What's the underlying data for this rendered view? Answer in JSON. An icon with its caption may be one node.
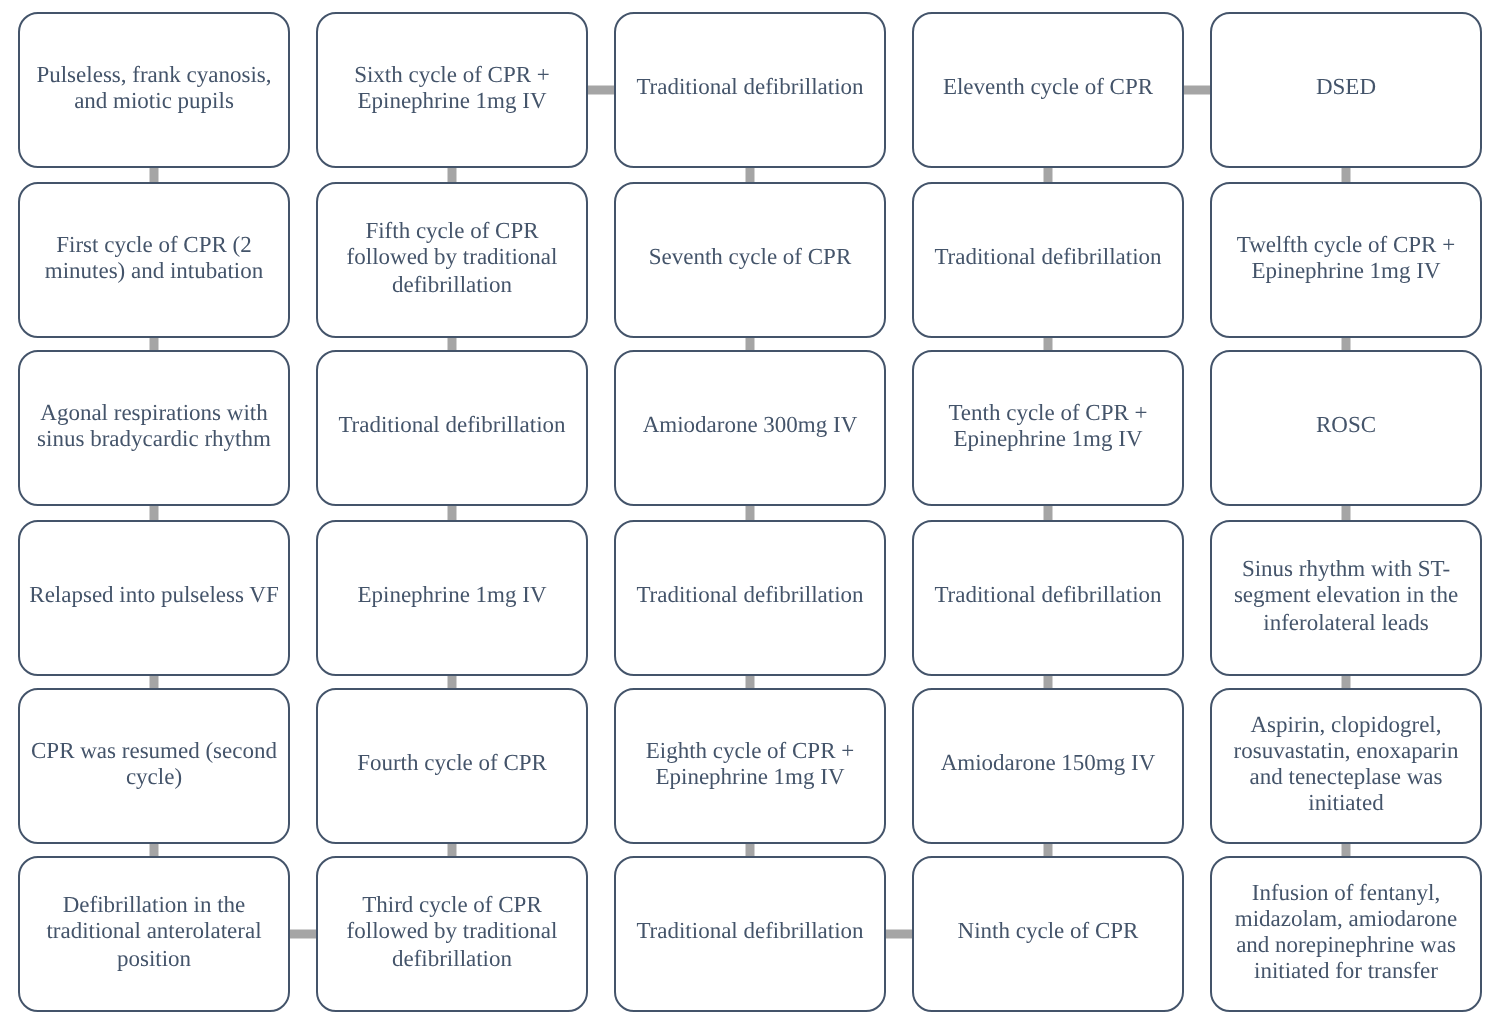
{
  "diagram": {
    "nodes": [
      {
        "text": [
          "Pulseless, frank cyanosis, and miotic pupils"
        ]
      },
      {
        "text": [
          "First cycle of CPR (2 minutes) and intubation"
        ]
      },
      {
        "text": [
          "Agonal respirations with sinus bradycardic rhythm"
        ]
      },
      {
        "text": [
          "Relapsed into pulseless VF"
        ]
      },
      {
        "text": [
          "CPR was resumed (second cycle)"
        ]
      },
      {
        "text": [
          "Defibrillation in the traditional anterolateral position"
        ]
      },
      {
        "text": [
          "Third cycle of CPR followed by traditional defibrillation"
        ]
      },
      {
        "text": [
          "Fourth cycle of CPR"
        ]
      },
      {
        "text": [
          "Epinephrine 1mg IV"
        ]
      },
      {
        "text": [
          "Traditional defibrillation"
        ]
      },
      {
        "text": [
          "Fifth cycle of CPR followed by traditional defibrillation"
        ]
      },
      {
        "text": [
          "Sixth cycle of CPR + Epinephrine 1mg IV"
        ]
      },
      {
        "text": [
          "Traditional defibrillation"
        ]
      },
      {
        "text": [
          "Seventh cycle of CPR"
        ]
      },
      {
        "text": [
          "Amiodarone 300mg IV"
        ]
      },
      {
        "text": [
          "Traditional defibrillation"
        ]
      },
      {
        "text": [
          "Eighth cycle of CPR + Epinephrine 1mg IV"
        ]
      },
      {
        "text": [
          "Traditional defibrillation"
        ]
      },
      {
        "text": [
          "Ninth cycle of CPR"
        ]
      },
      {
        "text": [
          "Amiodarone 150mg IV"
        ]
      },
      {
        "text": [
          "Traditional defibrillation"
        ]
      },
      {
        "text": [
          "Tenth cycle of CPR + Epinephrine 1mg IV"
        ]
      },
      {
        "text": [
          "Traditional defibrillation"
        ]
      },
      {
        "text": [
          "Eleventh cycle of CPR"
        ]
      },
      {
        "text": [
          "DSED"
        ]
      },
      {
        "text": [
          "Twelfth cycle of CPR + Epinephrine 1mg IV"
        ]
      },
      {
        "text": [
          "ROSC"
        ]
      },
      {
        "text": [
          "Sinus rhythm with ST-segment elevation in the inferolateral leads"
        ]
      },
      {
        "text": [
          "Aspirin, clopidogrel, rosuvastatin, enoxaparin and tenecteplase was initiated"
        ]
      },
      {
        "text": [
          "Infusion of fentanyl, midazolam, amiodarone and norepinephrine was initiated for transfer"
        ]
      }
    ],
    "edges": [
      {
        "from": 0,
        "to": 1,
        "arrow": "none"
      },
      {
        "from": 1,
        "to": 2,
        "arrow": "none"
      },
      {
        "from": 2,
        "to": 3,
        "arrow": "none"
      },
      {
        "from": 3,
        "to": 4,
        "arrow": "none"
      },
      {
        "from": 4,
        "to": 5,
        "arrow": "none"
      },
      {
        "from": 5,
        "to": 6,
        "arrow": "none"
      },
      {
        "from": 6,
        "to": 7,
        "arrow": "none"
      },
      {
        "from": 7,
        "to": 8,
        "arrow": "none"
      },
      {
        "from": 8,
        "to": 9,
        "arrow": "none"
      },
      {
        "from": 9,
        "to": 10,
        "arrow": "none"
      },
      {
        "from": 10,
        "to": 11,
        "arrow": "none"
      },
      {
        "from": 11,
        "to": 12,
        "arrow": "none"
      },
      {
        "from": 12,
        "to": 13,
        "arrow": "none"
      },
      {
        "from": 13,
        "to": 14,
        "arrow": "none"
      },
      {
        "from": 14,
        "to": 15,
        "arrow": "none"
      },
      {
        "from": 15,
        "to": 16,
        "arrow": "none"
      },
      {
        "from": 16,
        "to": 17,
        "arrow": "none"
      },
      {
        "from": 17,
        "to": 18,
        "arrow": "none"
      },
      {
        "from": 18,
        "to": 19,
        "arrow": "none"
      },
      {
        "from": 19,
        "to": 20,
        "arrow": "none"
      },
      {
        "from": 20,
        "to": 21,
        "arrow": "none"
      },
      {
        "from": 21,
        "to": 22,
        "arrow": "none"
      },
      {
        "from": 22,
        "to": 23,
        "arrow": "none"
      },
      {
        "from": 23,
        "to": 24,
        "arrow": "none"
      },
      {
        "from": 24,
        "to": 25,
        "arrow": "none"
      },
      {
        "from": 25,
        "to": 26,
        "arrow": "none"
      },
      {
        "from": 26,
        "to": 27,
        "arrow": "none"
      },
      {
        "from": 27,
        "to": 28,
        "arrow": "none"
      },
      {
        "from": 28,
        "to": 29,
        "arrow": "none"
      }
    ]
  }
}
